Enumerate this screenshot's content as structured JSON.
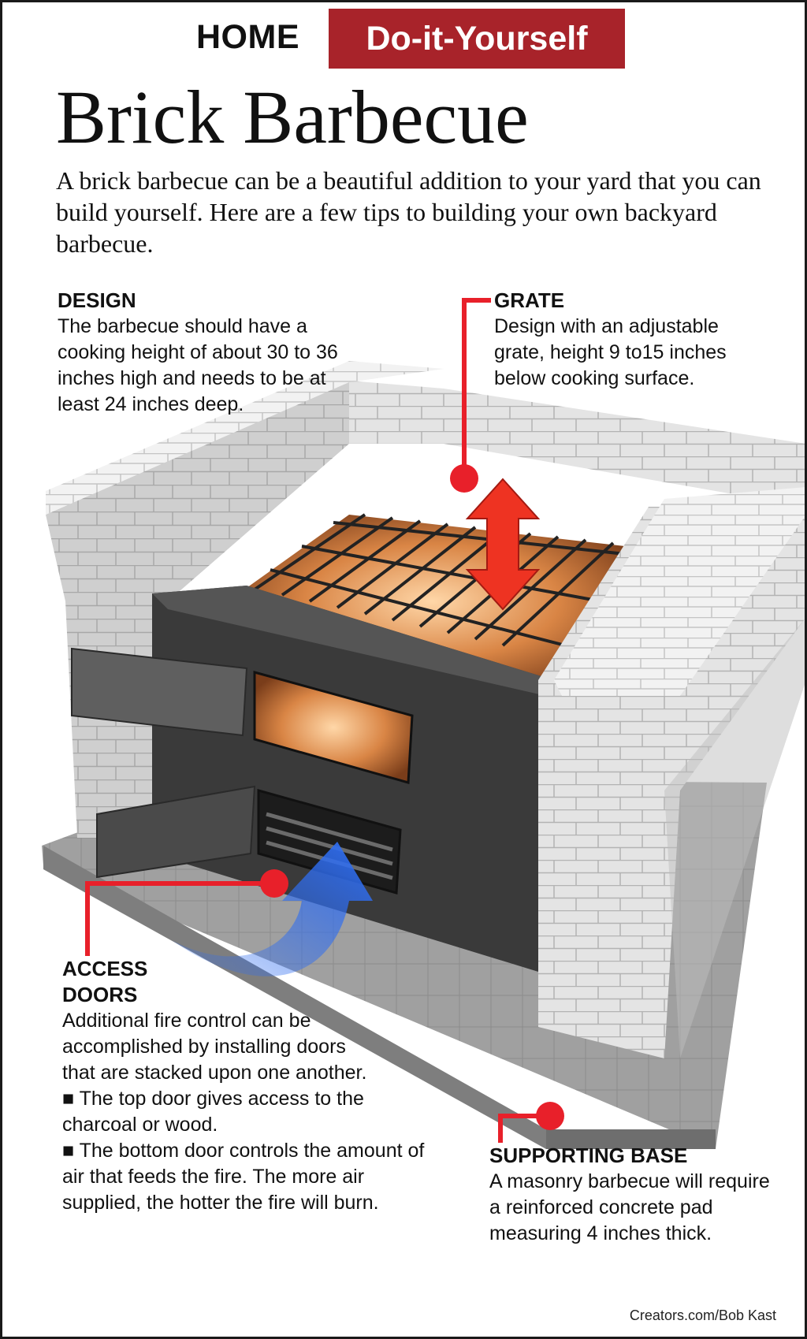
{
  "header": {
    "home": "HOME",
    "tag": "Do-it-Yourself"
  },
  "title": "Brick Barbecue",
  "intro": "A brick barbecue can be a beautiful addition to your yard that you can build yourself. Here are a few tips to building your own backyard barbecue.",
  "callouts": {
    "design": {
      "heading": "DESIGN",
      "text": "The barbecue should have a cooking height of about 30 to 36 inches high and needs to be at least 24 inches deep."
    },
    "grate": {
      "heading": "GRATE",
      "text": "Design with an adjustable grate, height 9 to15 inches below cooking surface."
    },
    "access_doors": {
      "heading_line1": "ACCESS",
      "heading_line2": "DOORS",
      "text": "Additional fire control can be accomplished by installing doors that are stacked upon one another.",
      "bullet1": "■ The top door gives access to the charcoal or wood.",
      "bullet2": "■ The bottom door controls the amount of air that feeds the fire. The more air supplied, the hotter the fire will burn."
    },
    "supporting_base": {
      "heading": "SUPPORTING BASE",
      "text": "A masonry barbecue will require a reinforced concrete pad measuring 4 inches thick."
    }
  },
  "credit": "Creators.com/Bob Kast",
  "colors": {
    "accent_red": "#a8232a",
    "callout_red": "#e8202a",
    "arrow_red": "#ee3322",
    "airflow_blue": "#2f6df0",
    "brick": "#dcdcdc",
    "firebox": "#3a3a3a",
    "base": "#9a9a9a"
  }
}
